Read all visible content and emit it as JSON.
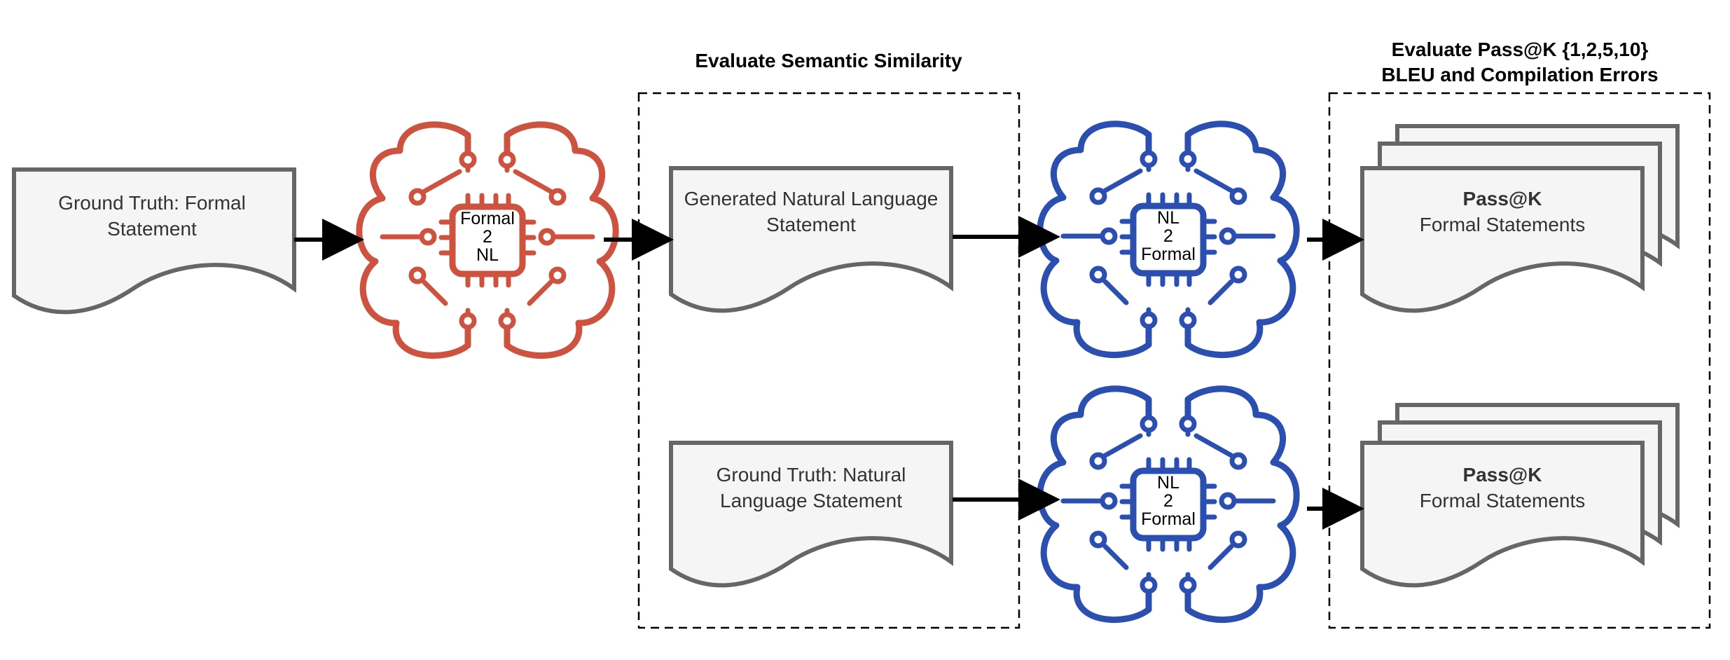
{
  "section_titles": {
    "semantic": "Evaluate Semantic Similarity",
    "passk_line1": "Evaluate Pass@K {1,2,5,10}",
    "passk_line2": "BLEU and Compilation Errors"
  },
  "documents": {
    "gt_formal": [
      "Ground Truth: Formal",
      "Statement"
    ],
    "generated_nl": [
      "Generated Natural Language",
      "Statement"
    ],
    "gt_nl": [
      "Ground Truth: Natural",
      "Language Statement"
    ]
  },
  "models": {
    "formal2nl": {
      "lines": [
        "Formal",
        "2",
        "NL"
      ],
      "color": "#cd5340"
    },
    "nl2formal_top": {
      "lines": [
        "NL",
        "2",
        "Formal"
      ],
      "color": "#2a4fb0"
    },
    "nl2formal_bottom": {
      "lines": [
        "NL",
        "2",
        "Formal"
      ],
      "color": "#2a4fb0"
    }
  },
  "outputs": {
    "top": {
      "title": "Pass@K",
      "subtitle": "Formal Statements"
    },
    "bottom": {
      "title": "Pass@K",
      "subtitle": "Formal Statements"
    }
  },
  "colors": {
    "doc_stroke": "#666666",
    "doc_fill": "#f5f5f5",
    "arrow": "#000000"
  }
}
